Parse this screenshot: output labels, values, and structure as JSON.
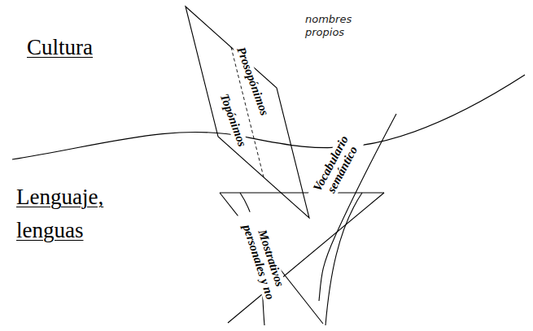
{
  "diagram": {
    "nodes": [
      {
        "text": [
          "nombres propios",
          "Prosopónimos",
          "Topónimos"
        ]
      },
      {
        "text": [
          "Mostrativos personales y no"
        ]
      }
    ],
    "labels": [
      "Cultura",
      "Lenguaje, lenguas",
      "Vocabulario semántico"
    ]
  }
}
